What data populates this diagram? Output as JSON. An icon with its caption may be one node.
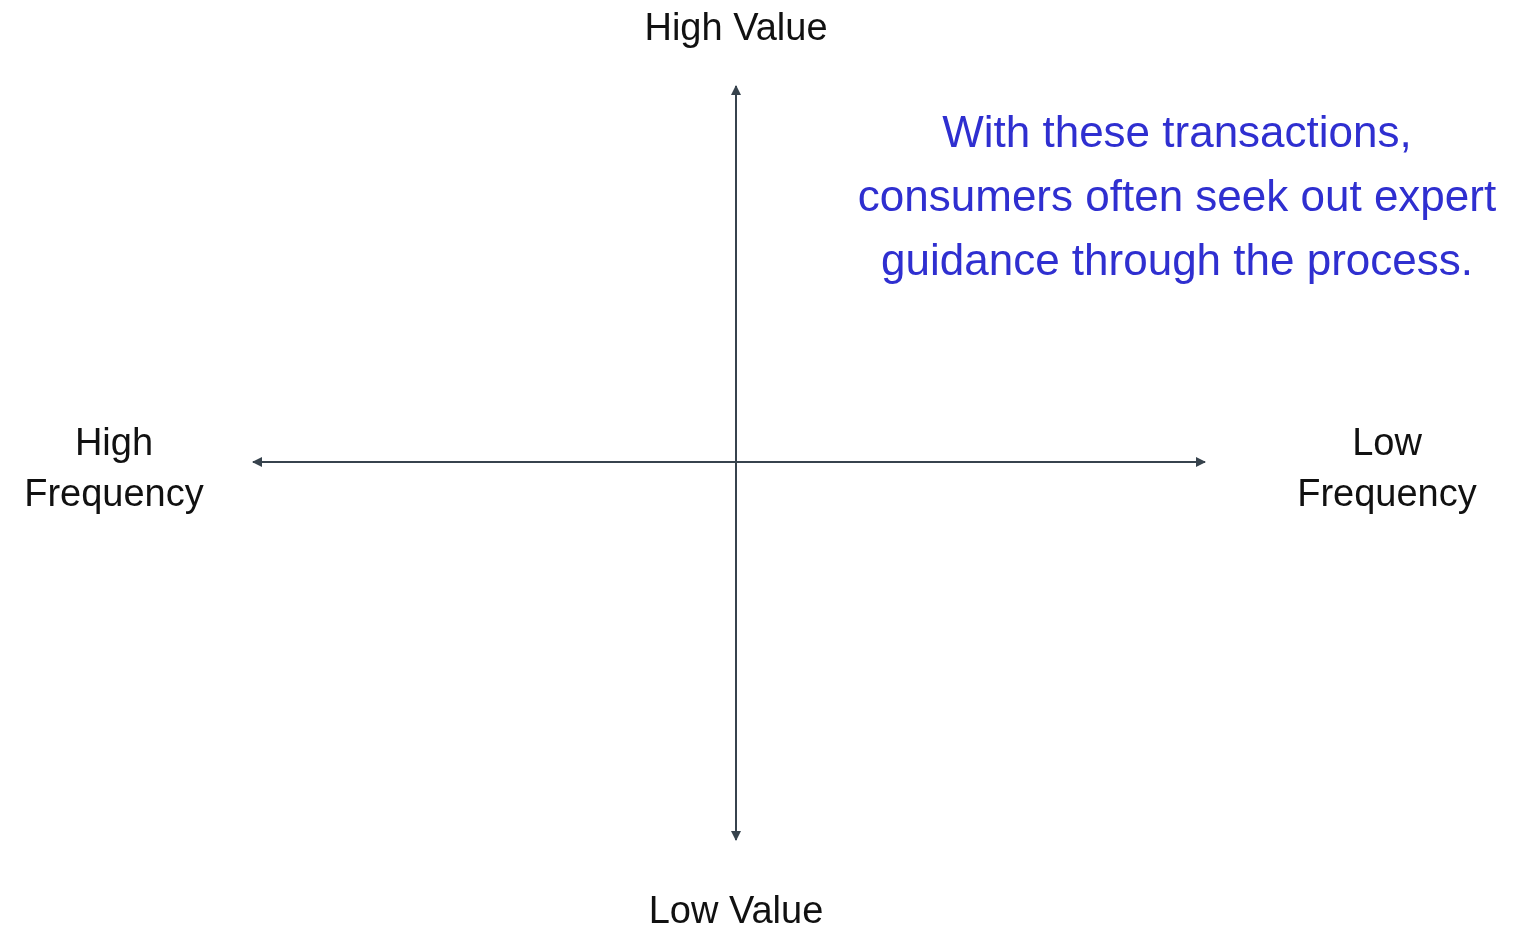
{
  "diagram": {
    "labels": [
      "High Value",
      "With these transactions, consumers often seek out expert guidance through the process.",
      "High Frequency",
      "Low Frequency",
      "Low Value"
    ]
  }
}
